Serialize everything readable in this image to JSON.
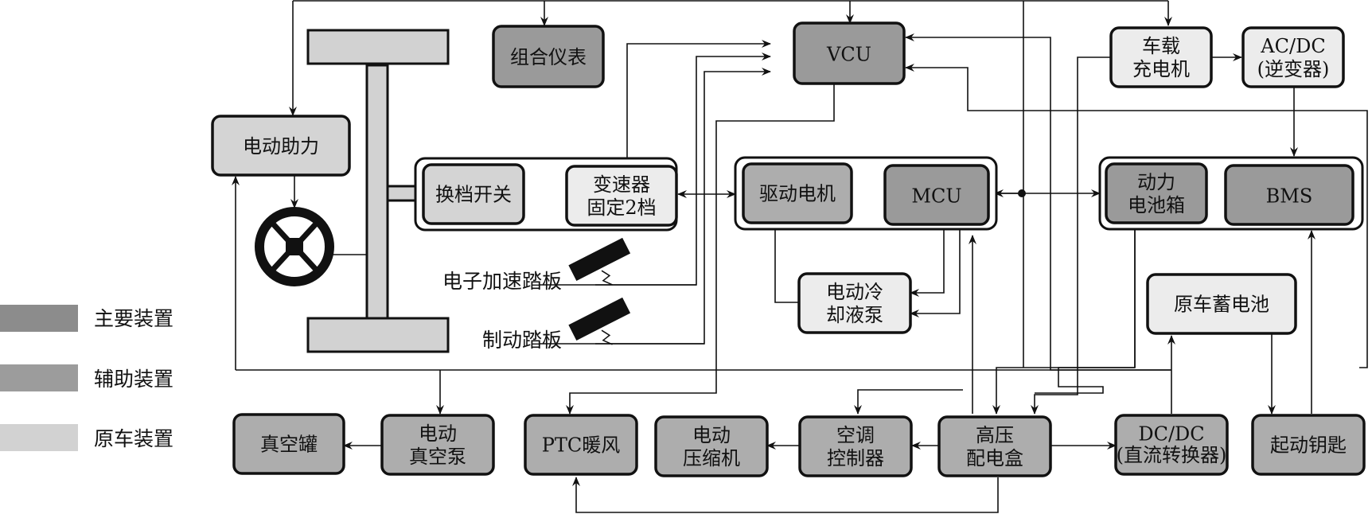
{
  "colors": {
    "main": "#9a9a9a",
    "auxiliary": "#adadad",
    "original": "#d4d4d4",
    "light": "#ececec",
    "line": "#111111"
  },
  "legend": [
    {
      "label": "主要装置",
      "category": "main"
    },
    {
      "label": "辅助装置",
      "category": "auxiliary"
    },
    {
      "label": "原车装置",
      "category": "original"
    }
  ],
  "components": {
    "vcu": {
      "lines": [
        "VCU"
      ]
    },
    "instrument_cluster": {
      "lines": [
        "组合仪表"
      ]
    },
    "electric_power_steering": {
      "lines": [
        "电动助力"
      ]
    },
    "shift_switch": {
      "lines": [
        "换档开关"
      ]
    },
    "transmission": {
      "lines": [
        "变速器",
        "固定2档"
      ]
    },
    "drive_motor": {
      "lines": [
        "驱动电机"
      ]
    },
    "mcu": {
      "lines": [
        "MCU"
      ]
    },
    "onboard_charger": {
      "lines": [
        "车载",
        "充电机"
      ]
    },
    "ac_dc_inverter": {
      "lines": [
        "AC/DC",
        "(逆变器)"
      ]
    },
    "power_battery_pack": {
      "lines": [
        "动力",
        "电池箱"
      ]
    },
    "bms": {
      "lines": [
        "BMS"
      ]
    },
    "coolant_pump": {
      "lines": [
        "电动冷",
        "却液泵"
      ]
    },
    "original_battery": {
      "lines": [
        "原车蓄电池"
      ]
    },
    "vacuum_tank": {
      "lines": [
        "真空罐"
      ]
    },
    "electric_vacuum_pump": {
      "lines": [
        "电动",
        "真空泵"
      ]
    },
    "ptc_heater": {
      "lines": [
        "PTC暖风"
      ]
    },
    "electric_compressor": {
      "lines": [
        "电动",
        "压缩机"
      ]
    },
    "ac_controller": {
      "lines": [
        "空调",
        "控制器"
      ]
    },
    "hv_distribution_box": {
      "lines": [
        "高压",
        "配电盒"
      ]
    },
    "dc_dc_converter": {
      "lines": [
        "DC/DC",
        "(直流转换器)"
      ]
    },
    "ignition_key": {
      "lines": [
        "起动钥匙"
      ]
    }
  },
  "labels": {
    "accelerator_pedal": "电子加速踏板",
    "brake_pedal": "制动踏板"
  }
}
